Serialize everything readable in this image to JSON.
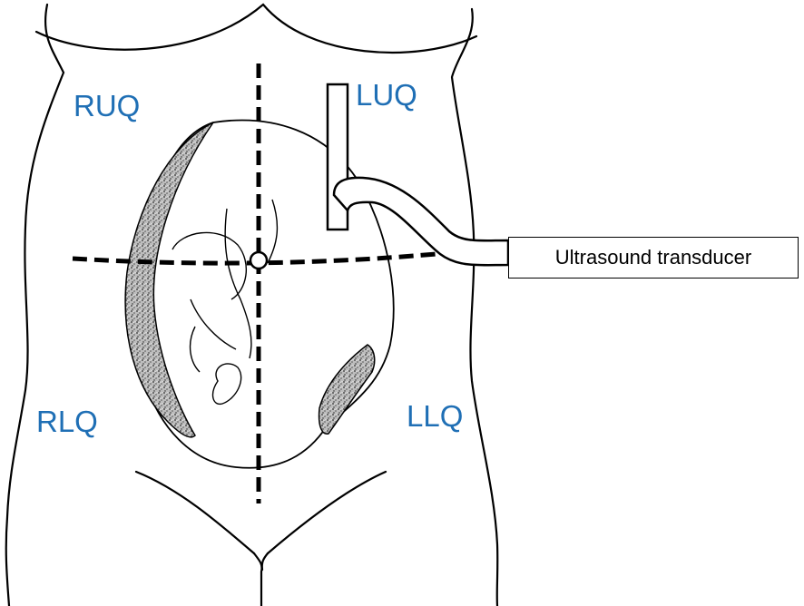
{
  "quadrants": {
    "ruq": "RUQ",
    "luq": "LUQ",
    "rlq": "RLQ",
    "llq": "LLQ"
  },
  "callout": {
    "label": "Ultrasound transducer"
  },
  "colors": {
    "label_blue": "#1f6fb5",
    "line": "#000000",
    "background": "#ffffff"
  }
}
